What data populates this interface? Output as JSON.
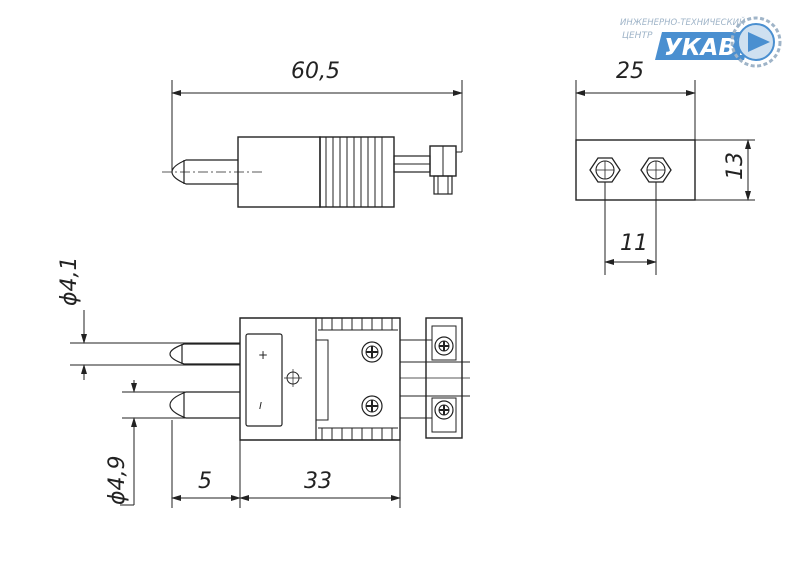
{
  "logo": {
    "line1": "ИНЖЕНЕРНО-ТЕХНИЧЕСКИЙ",
    "line2": "ЦЕНТР",
    "brand": "УКАВТ",
    "brand_color": "#4a8fd0"
  },
  "dimensions": {
    "side_length": "60,5",
    "end_width": "25",
    "end_height": "13",
    "pin_spacing": "11",
    "pin_dia_small": "ϕ4,1",
    "pin_dia_large": "ϕ4,9",
    "pin_extension": "5",
    "body_length": "33"
  },
  "polarity": {
    "plus": "+",
    "minus": "I"
  }
}
